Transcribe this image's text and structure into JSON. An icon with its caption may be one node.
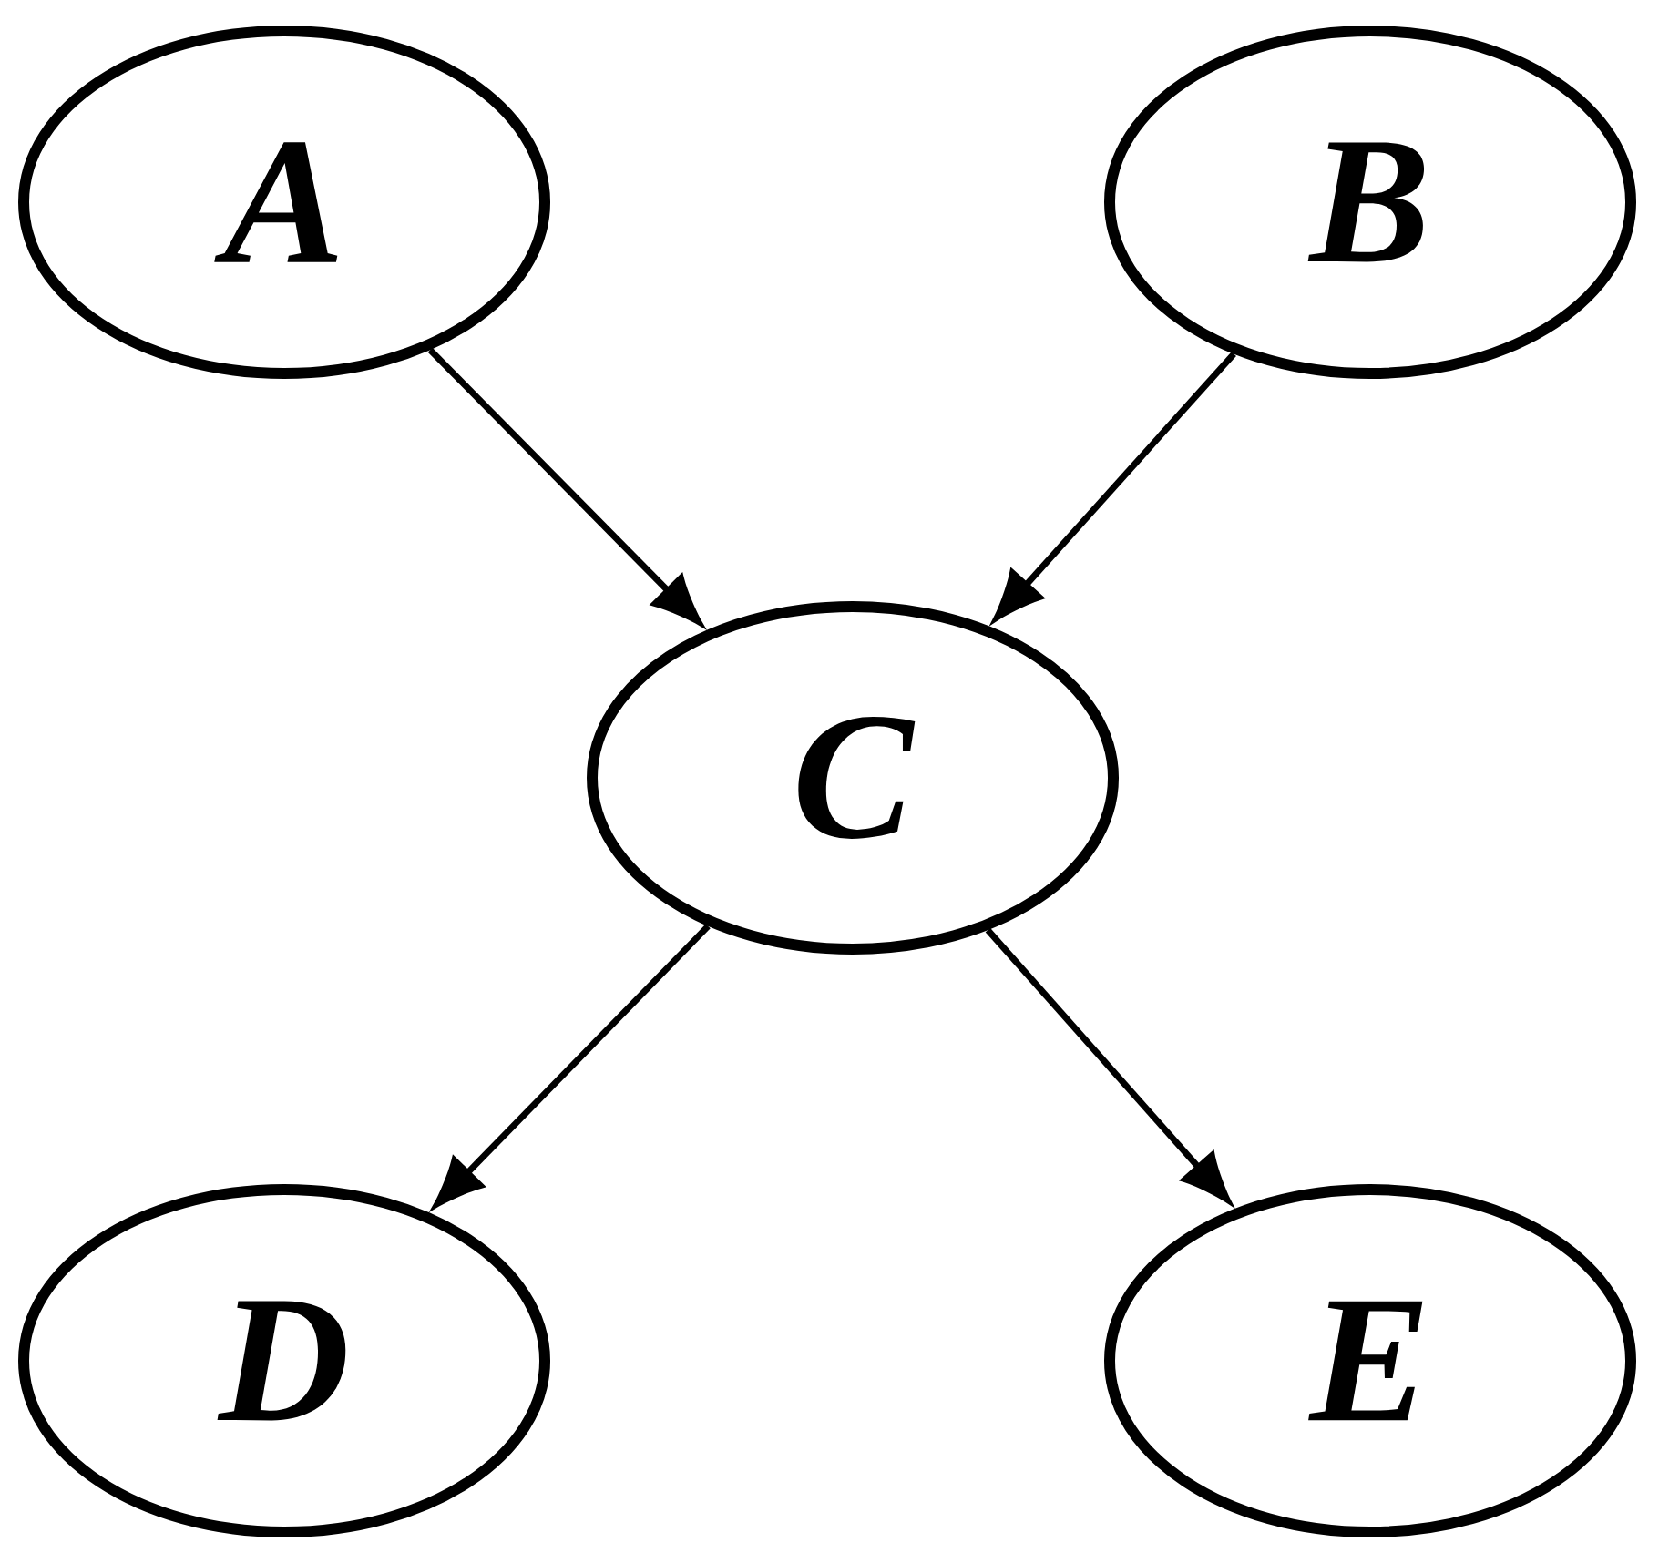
{
  "diagram": {
    "nodes": [
      {
        "text": [
          "A"
        ]
      },
      {
        "text": [
          "B"
        ]
      },
      {
        "text": [
          "C"
        ]
      },
      {
        "text": [
          "D"
        ]
      },
      {
        "text": [
          "E"
        ]
      }
    ],
    "edges": [
      {
        "from": 0,
        "to": 2,
        "arrow": "to"
      },
      {
        "from": 1,
        "to": 2,
        "arrow": "to"
      },
      {
        "from": 2,
        "to": 3,
        "arrow": "to"
      },
      {
        "from": 2,
        "to": 4,
        "arrow": "to"
      }
    ]
  }
}
